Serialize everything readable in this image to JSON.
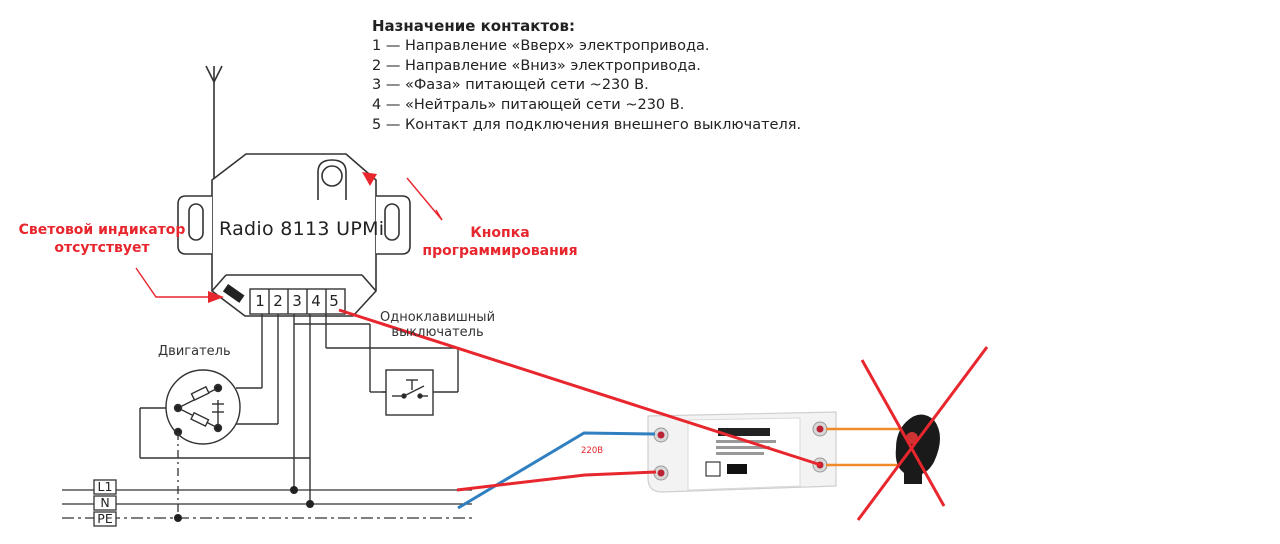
{
  "notes": {
    "title": "Назначение контактов:",
    "items": [
      "1 — Направление «Вверх» электропривода.",
      "2 — Направление «Вниз» электропривода.",
      "3 — «Фаза» питающей сети ~230 В.",
      "4 — «Нейтраль» питающей сети ~230 В.",
      "5 — Контакт для подключения внешнего выключателя."
    ]
  },
  "device": {
    "model": "Radio 8113 UPMi",
    "terminals": [
      "1",
      "2",
      "3",
      "4",
      "5"
    ]
  },
  "callouts": {
    "indicator": [
      "Световой индикатор",
      "отсутствует"
    ],
    "button": [
      "Кнопка",
      "программирования"
    ]
  },
  "labels": {
    "motor": "Двигатель",
    "switch": [
      "Одноклавишный",
      "выключатель"
    ],
    "voltage": "220В"
  },
  "bus": [
    "L1",
    "N",
    "PE"
  ],
  "colors": {
    "accent_red": "#e8262d",
    "wire_blue": "#2f7fc1",
    "wire_orange": "#f08a2a",
    "line": "#333333"
  }
}
